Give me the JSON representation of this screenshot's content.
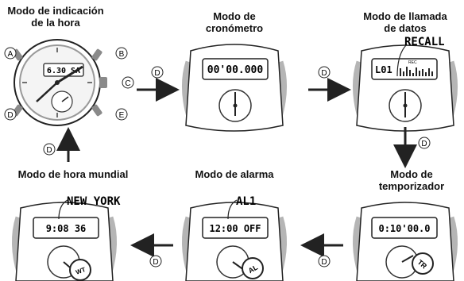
{
  "modes": {
    "timekeeping": {
      "title": "Modo de indicación\nde la hora",
      "display": "6.30 SA"
    },
    "stopwatch": {
      "title": "Modo de\ncronómetro",
      "display": "00'00.000"
    },
    "recall": {
      "title": "Modo de llamada\nde datos",
      "display": "L01",
      "callout": "RECALL",
      "small": "REC"
    },
    "timer": {
      "title": "Modo de\ntemporizador",
      "display": "0:10'00.0",
      "badge": "TR"
    },
    "alarm": {
      "title": "Modo de alarma",
      "display": "12:00 OFF",
      "callout": "AL1",
      "badge": "AL"
    },
    "worldtime": {
      "title": "Modo de hora mundial",
      "display": "9:08 36",
      "callout": "NEW YORK",
      "badge": "WT"
    }
  },
  "buttons": {
    "a": "A",
    "b": "B",
    "c": "C",
    "d": "D",
    "e": "E"
  },
  "arrow_label": "D",
  "colors": {
    "line": "#222222",
    "button": "#8a8a8a",
    "bezel": "#b5b5b5"
  }
}
